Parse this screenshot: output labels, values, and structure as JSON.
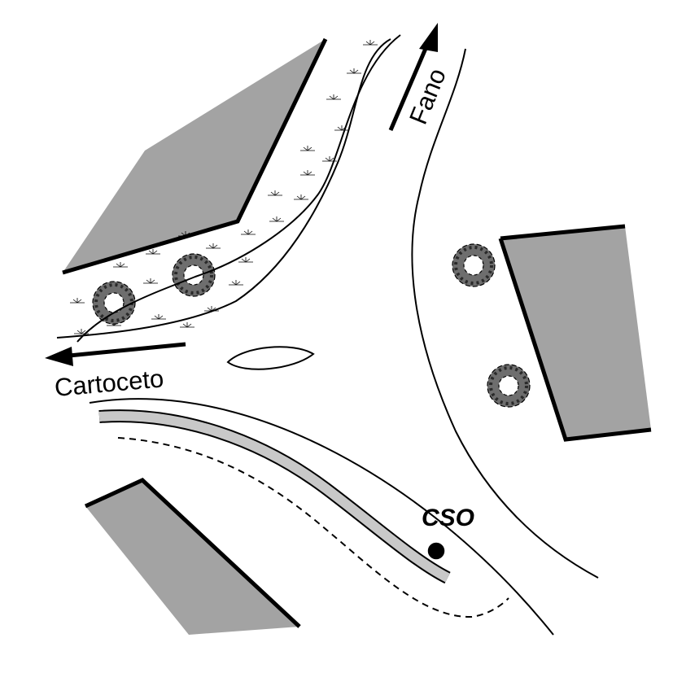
{
  "map": {
    "labels": {
      "fano": "Fano",
      "cartoceto": "Cartoceto",
      "cso": "CSO"
    },
    "colors": {
      "building_fill": "#a3a3a3",
      "channel_fill": "#c8c8c8",
      "tree_fill": "#6e6e6e",
      "stroke": "#000000",
      "background": "#ffffff"
    },
    "icons": [
      "arrow-icon",
      "tree-icon",
      "marsh-symbol-icon",
      "cso-point-icon"
    ]
  }
}
